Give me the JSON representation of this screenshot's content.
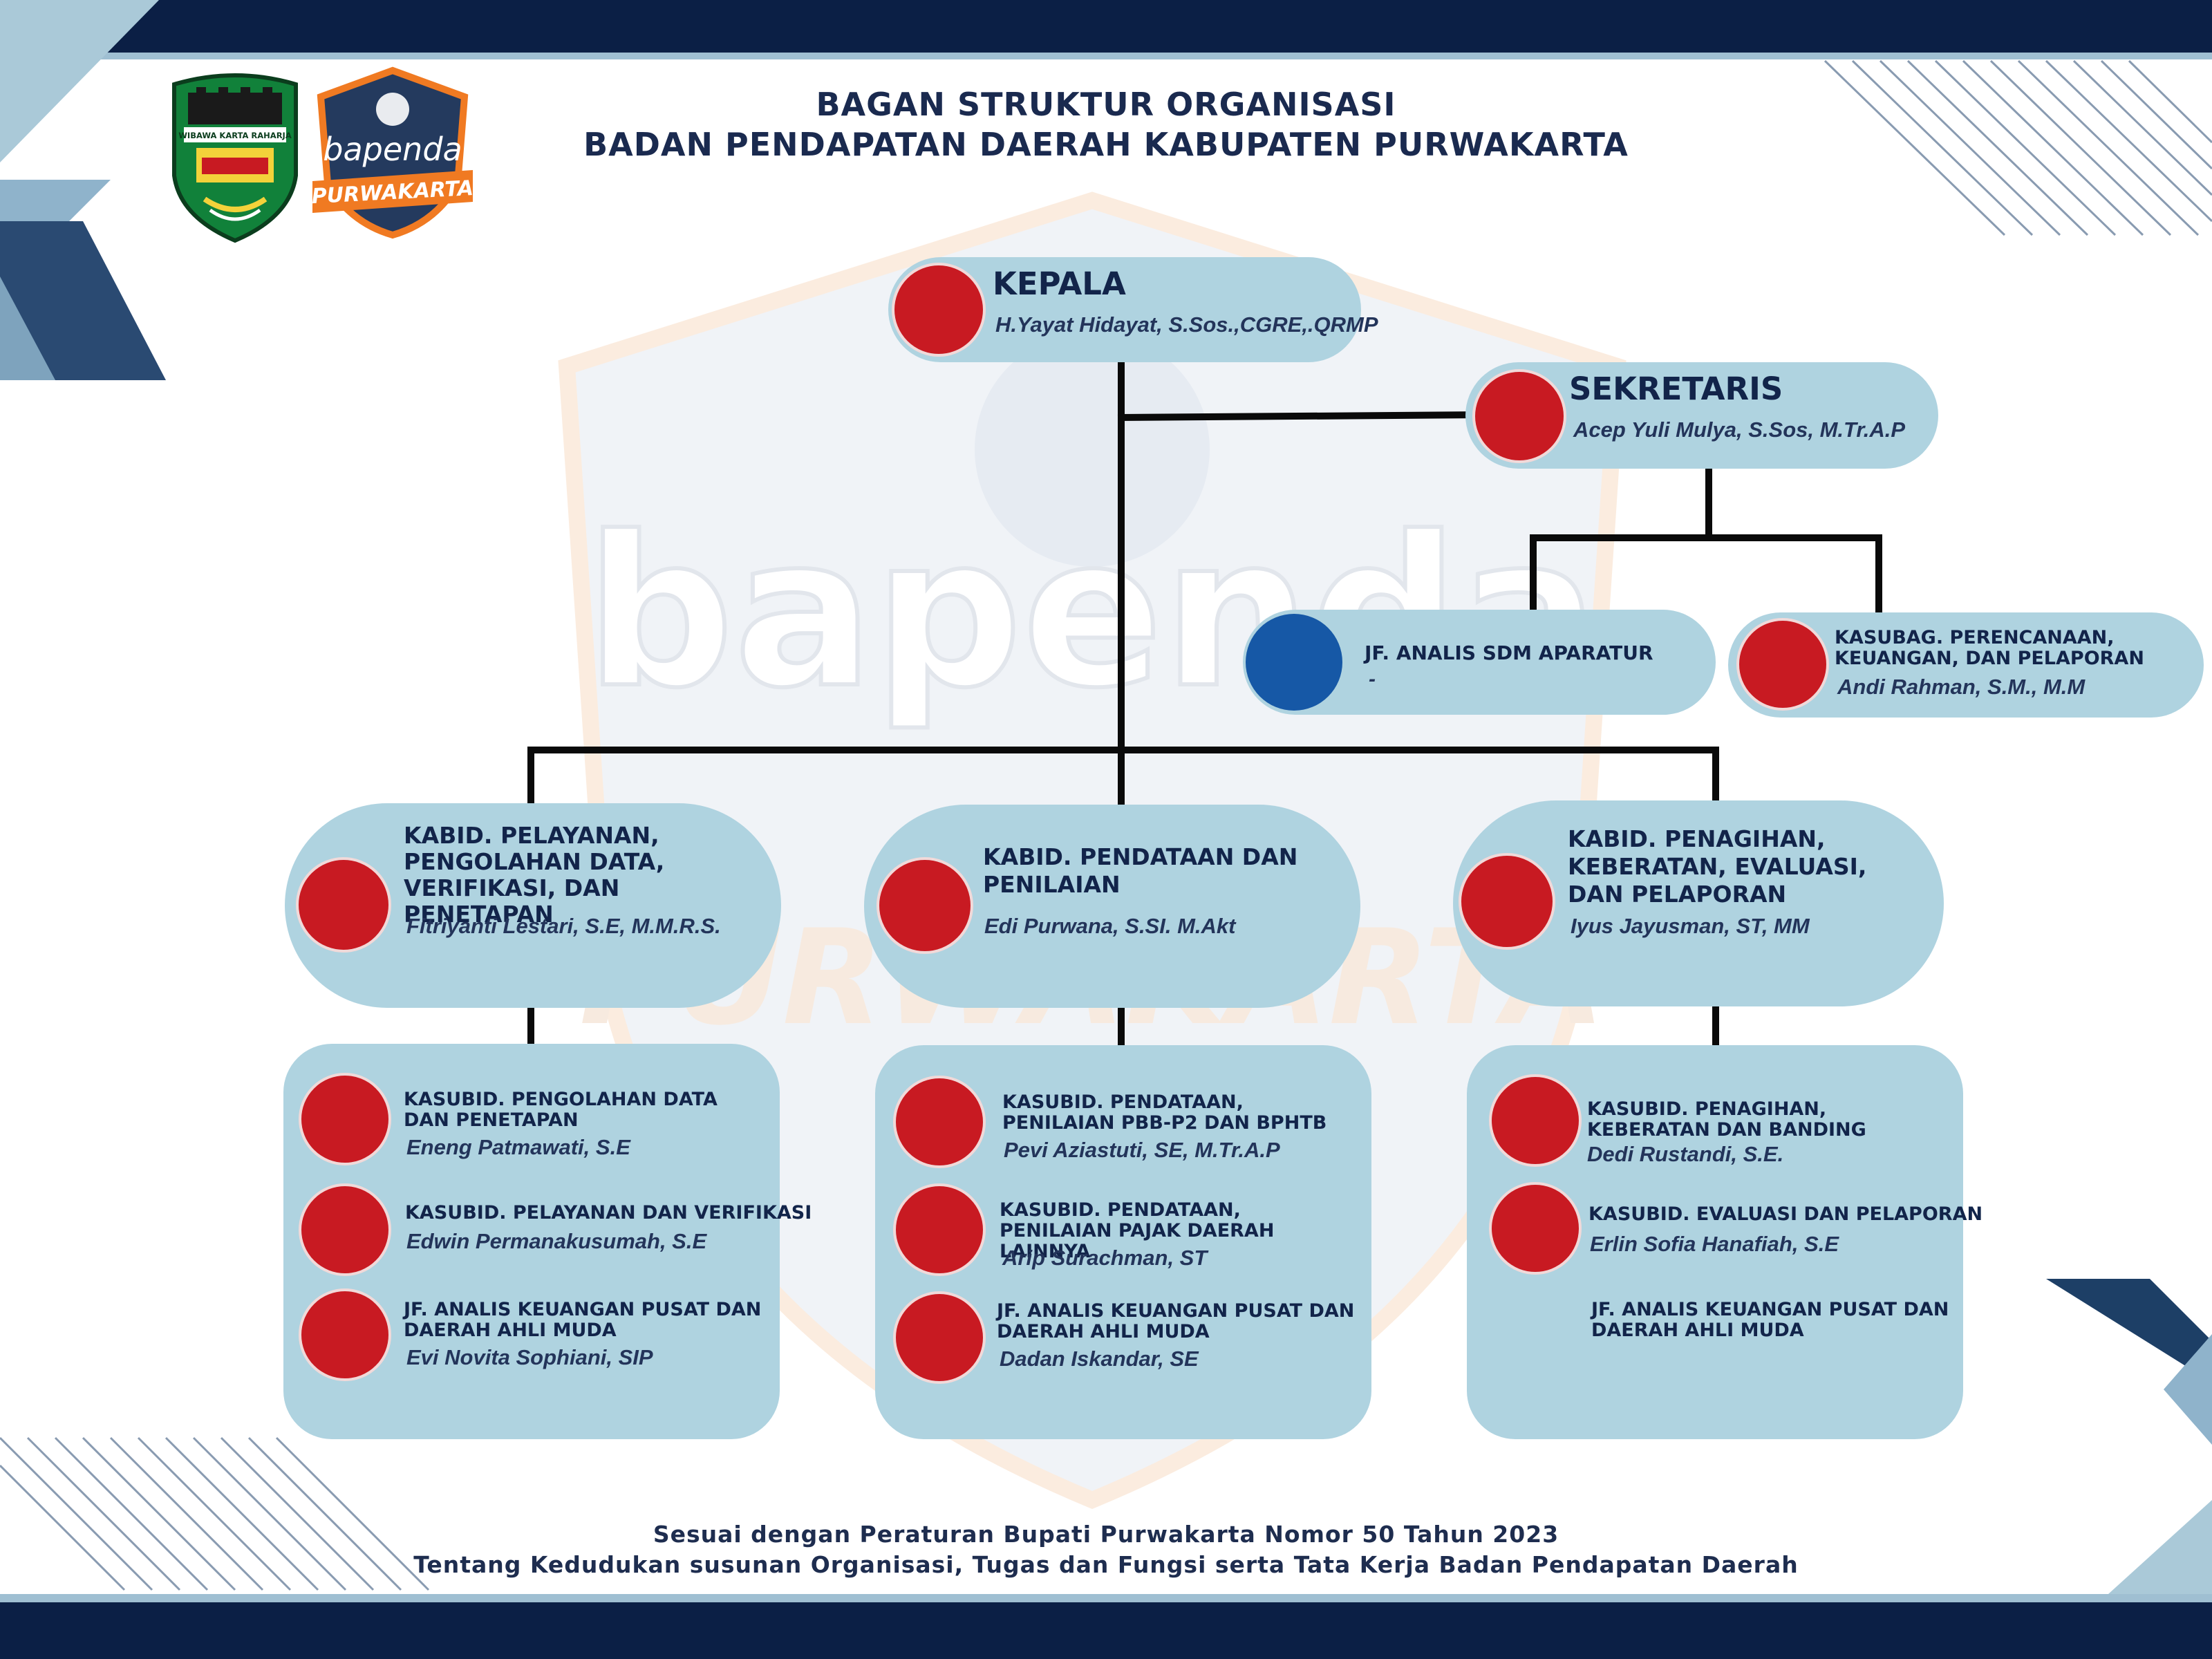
{
  "header": {
    "title_line1": "BAGAN STRUKTUR ORGANISASI",
    "title_line2": "BADAN PENDAPATAN DAERAH KABUPATEN PURWAKARTA"
  },
  "logos": {
    "regency_motto": "WIBAWA KARTA RAHARJA",
    "bapenda_word": "bapenda",
    "bapenda_city": "PURWAKARTA"
  },
  "watermark": {
    "word": "bapenda",
    "city": "PURWAKARTA"
  },
  "colors": {
    "navy": "#0b1f45",
    "node_fill": "#afd3e0",
    "accent_blue": "#1658a6",
    "photo_red": "#c81a22",
    "connector": "#0a0a0a"
  },
  "kepala": {
    "role": "KEPALA",
    "name": "H.Yayat Hidayat, S.Sos.,CGRE,.QRMP"
  },
  "sekretaris": {
    "role": "SEKRETARIS",
    "name": "Acep Yuli Mulya, S.Sos, M.Tr.A.P"
  },
  "jf_sdm": {
    "role": "JF. ANALIS SDM APARATUR",
    "name": "-"
  },
  "kasubag": {
    "role": "KASUBAG. PERENCANAAN, KEUANGAN, DAN PELAPORAN",
    "name": "Andi Rahman, S.M., M.M"
  },
  "kabid": [
    {
      "role": "KABID. PELAYANAN, PENGOLAHAN DATA, VERIFIKASI, DAN PENETAPAN",
      "name": "Fitriyanti Lestari, S.E, M.M.R.S."
    },
    {
      "role": "KABID. PENDATAAN DAN PENILAIAN",
      "name": "Edi Purwana, S.SI. M.Akt"
    },
    {
      "role": "KABID. PENAGIHAN, KEBERATAN, EVALUASI, DAN PELAPORAN",
      "name": "Iyus Jayusman, ST, MM"
    }
  ],
  "sub": [
    [
      {
        "role": "KASUBID. PENGOLAHAN DATA DAN PENETAPAN",
        "name": "Eneng Patmawati, S.E"
      },
      {
        "role": "KASUBID. PELAYANAN DAN VERIFIKASI",
        "name": "Edwin Permanakusumah, S.E"
      },
      {
        "role": "JF. ANALIS KEUANGAN PUSAT DAN DAERAH AHLI MUDA",
        "name": "Evi Novita Sophiani, SIP"
      }
    ],
    [
      {
        "role": "KASUBID. PENDATAAN, PENILAIAN PBB-P2 DAN BPHTB",
        "name": "Pevi Aziastuti, SE, M.Tr.A.P"
      },
      {
        "role": "KASUBID. PENDATAAN, PENILAIAN PAJAK DAERAH LAINNYA",
        "name": "Arip Surachman, ST"
      },
      {
        "role": "JF. ANALIS KEUANGAN PUSAT DAN DAERAH AHLI MUDA",
        "name": "Dadan Iskandar, SE"
      }
    ],
    [
      {
        "role": "KASUBID. PENAGIHAN, KEBERATAN DAN BANDING",
        "name": "Dedi Rustandi, S.E."
      },
      {
        "role": "KASUBID. EVALUASI DAN PELAPORAN",
        "name": "Erlin Sofia Hanafiah, S.E"
      },
      {
        "role": "JF. ANALIS KEUANGAN PUSAT DAN DAERAH AHLI MUDA",
        "name": ""
      }
    ]
  ],
  "footer": {
    "line1": "Sesuai dengan Peraturan Bupati Purwakarta Nomor 50 Tahun 2023",
    "line2": "Tentang Kedudukan susunan Organisasi, Tugas dan Fungsi serta Tata Kerja Badan Pendapatan Daerah"
  }
}
